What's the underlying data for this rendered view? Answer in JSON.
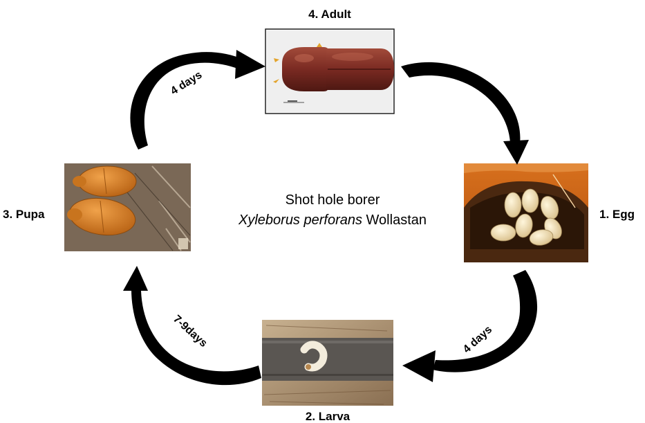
{
  "title": {
    "line1": "Shot hole borer",
    "species": "Xyleborus perforans",
    "author": " Wollastan"
  },
  "stages": {
    "adult": "4. Adult",
    "egg": "1. Egg",
    "larva": "2. Larva",
    "pupa": "3. Pupa"
  },
  "durations": {
    "pupa_to_adult": "4 days",
    "egg_to_larva": "4 days",
    "larva_to_pupa": "7-9days"
  },
  "colors": {
    "arrow": "#000000",
    "text": "#000000"
  }
}
